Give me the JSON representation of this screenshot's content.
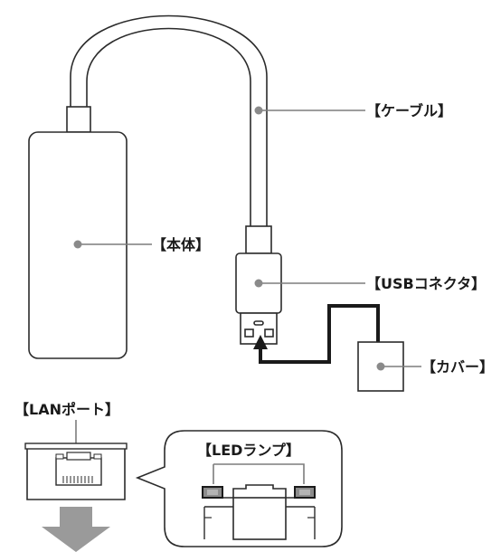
{
  "labels": {
    "cable": "【ケーブル】",
    "body": "【本体】",
    "usb_connector": "【USBコネクタ】",
    "cover": "【カバー】",
    "lan_port": "【LANポート】",
    "led_lamp": "【LEDランプ】"
  },
  "colors": {
    "outline": "#2b2b2b",
    "leader": "#7d7d7d",
    "dot": "#8a8a8a",
    "body_fill": "#ffffff",
    "led_fill": "#8c8c8c",
    "arrow_fill": "#9a9a9a"
  }
}
